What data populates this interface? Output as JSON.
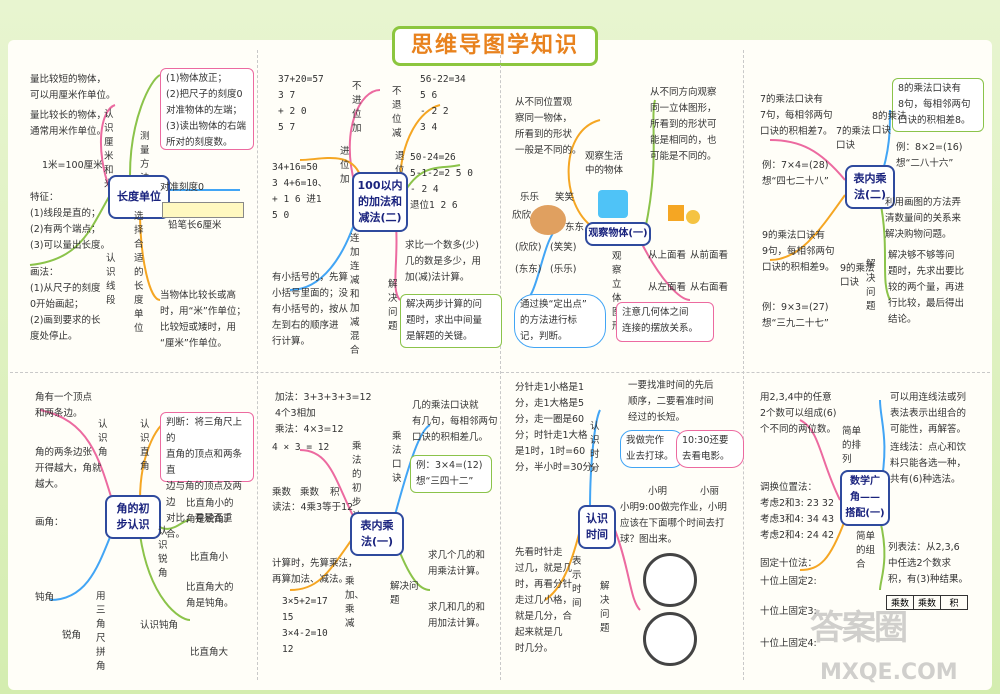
{
  "title": "思维导图学知识",
  "p1": {
    "center": "长度单位",
    "t1": "量比较短的物体，\n可以用厘米作单位。",
    "t2": "量比较长的物体，\n通常用米作单位。",
    "t3": "1米=100厘米",
    "b_measure": "(1)物体放正；\n(2)把尺子的刻度0\n对准物体的左端；\n(3)读出物体的右端\n所对的刻度数。",
    "lbl_rmcm": "认识厘米和米",
    "lbl_measure": "测量方法",
    "ruler_note": "对准刻度0",
    "ruler_cap": "铅笔长6厘米",
    "t4": "特征：\n(1)线段是直的；\n(2)有两个端点；\n(3)可以量出长度。",
    "t5": "画法：\n(1)从尺子的刻度\n0开始画起；\n(2)画到要求的长\n度处停止。",
    "lbl_seg": "认识线段",
    "lbl_choose": "选择合适的长度单位",
    "b_choose": "当物体比较长或高\n时，用“米”作单位；\n比较短或矮时，用\n“厘米”作单位。"
  },
  "p2": {
    "center": "100以内\n的加法和\n减法(二)",
    "calc1": "37+20=57\n  3  7\n+ 2  0\n  5  7",
    "lbl1": "不进位加",
    "lbl2": "进位加",
    "calc2": "  56-22=34\n  5  6\n- 2  2\n  3  4",
    "lbl3": "不退位减",
    "lbl4": "退位减",
    "calc3": "34+16=50\n   3  4+6=10、\n+  1  6   进1\n   5  0",
    "calc4": "50-24=26\n5-1-2=2  5  0\n        - 2  4\n退位1     2  6",
    "t_br": "有小括号的，先算\n小括号里面的；没\n有小括号的，按从\n左到右的顺序进\n行计算。",
    "lbl5": "连加连减和加减混合",
    "b_q": "求比一个数多(少)\n几的数是多少，用\n加(减)法计算。",
    "lbl6": "解决问题",
    "b_q2": "解决两步计算的问\n题时，求出中间量\n是解题的关键。"
  },
  "p3": {
    "center": "观察物体(一)",
    "t1": "从不同位置观\n察同一物体，\n所看到的形状\n一般是不同的。",
    "lbl1": "观察生活中的物体",
    "names": [
      "乐乐",
      "笑笑",
      "欣欣",
      "东东"
    ],
    "tags": [
      "(欣欣)",
      "(笑笑)",
      "(东东)",
      "(乐乐)"
    ],
    "b_note": "通过换“定出点”\n的方法进行标\n记，判断。",
    "t2": "从不同方向观察\n同一立体图形，\n所看到的形状可\n能是相同的，也\n可能是不同的。",
    "lbl2": "观察立体图形",
    "views": [
      "从上面看",
      "从前面看",
      "从左面看",
      "从右面看"
    ],
    "b_note2": "注意几何体之间\n连接的摆放关系。"
  },
  "p4": {
    "center": "表内乘\n法(二)",
    "t1": "7的乘法口诀有\n7句，每相邻两句\n口诀的积相差7。",
    "lbl1": "7的乘法口诀",
    "t2": "例：7×4=(28)\n想“四七二十八”",
    "b1": "8的乘法口诀有\n8句，每相邻两句\n口诀的积相差8。",
    "lbl2": "8的乘法口诀",
    "t3": "例：8×2=(16)\n想“二八十六”",
    "t4": "9的乘法口诀有\n9句，每相邻两句\n口诀的积相差9。",
    "lbl3": "9的乘法口诀",
    "t5": "例：9×3=(27)\n想“三九二十七”",
    "b2": "利用画图的方法弄\n清数量间的关系来\n解决购物问题。",
    "lbl4": "解决问题",
    "b3": "解决够不够等问\n题时，先求出要比\n较的两个量，再进\n行比较，最后得出\n结论。"
  },
  "p5": {
    "center": "角的初\n步认识",
    "t1": "角有一个顶点\n和两条边。",
    "t2": "角的两条边张\n开得越大，角就\n越大。",
    "t3": "画角：",
    "lbl1": "认识角",
    "lbl2": "认识直角",
    "b1": "判断：将三角尺上的\n直角的顶点和两条直\n边与角的顶点及两边\n对比，看是否重合。",
    "lbl3": "认识锐角",
    "t4": "比直角小的\n角是锐角。",
    "t5": "比直角小",
    "lbl4": "认识钝角",
    "t6": "比直角大的\n角是钝角。",
    "t7": "比直角大",
    "t8": "钝角",
    "t9": "锐角",
    "lbl5": "用三角尺拼角"
  },
  "p6": {
    "center": "表内乘\n法(一)",
    "t1": "加法：3+3+3+3=12\n    4个3相加\n乘法：4×3=12",
    "t2": "读法：4乘3等于12",
    "t3": "乘法的初步认识",
    "lbl1": "乘法口诀",
    "b1": "几的乘法口诀就\n有几句，每相邻两句\n口诀的积相差几。",
    "b2": "例：3×4=(12)\n想“三四十二”",
    "t4": "计算时，先算乘法，\n再算加法、减法。",
    "t5": "3×5+2=17\n15\n3×4-2=10\n12",
    "lbl2": "乘加、乘减",
    "t6": "求几个几的和\n用乘法计算。",
    "lbl3": "解决问题",
    "t7": "求几和几的和\n用加法计算。",
    "mul_labels": [
      "乘数",
      "乘数",
      "积"
    ],
    "mul_line": "4  ×  3 = 12"
  },
  "p7": {
    "center": "认识\n时间",
    "t1": "分针走1小格是1\n分，走1大格是5\n分，走一圈是60\n分；时针走1大格\n是1时，1时=60\n分，半小时=30分。",
    "t2": "一要找准时间的先后\n顺序，二要看准时间\n经过的长短。",
    "bubble1": "我做完作\n业去打球。",
    "bubble2": "10:30还要\n去看电影。",
    "n1": "小明",
    "n2": "小丽",
    "t3": "小明9:00做完作业，小明\n应该在下面哪个时间去打\n球？图出来。",
    "t4": "先看时针走\n过几，就是几\n时，再看分针\n走过几小格，\n就是几分，合\n起来就是几\n时几分。",
    "lbl1": "认识时分",
    "lbl2": "表示时间",
    "lbl3": "解决问题"
  },
  "p8": {
    "center": "数学广\n角——\n搭配(一)",
    "t1": "用2,3,4中的任意\n2个数可以组成(6)\n个不同的两位数。",
    "t2": "可以用连线法或列\n表法表示出组合的\n可能性，再解答。",
    "lbl1": "简单的排列",
    "b1": "连线法：点心和饮\n料只能各选一种，\n共有(6)种选法。",
    "t3": "调换位置法：\n考虑2和3: 23 32\n考虑3和4: 34 43\n考虑2和4: 24 42",
    "t4": "固定十位法：",
    "t5": "十位上固定2:",
    "t6": "十位上固定3:",
    "t7": "十位上固定4:",
    "lbl2": "简单的组合",
    "b2": "列表法：从2,3,6\n中任选2个数求\n积，有(3)种结果。",
    "table": [
      "乘数",
      "乘数",
      "积"
    ],
    "wm": "答案圈",
    "wm2": "MXQE.COM"
  }
}
